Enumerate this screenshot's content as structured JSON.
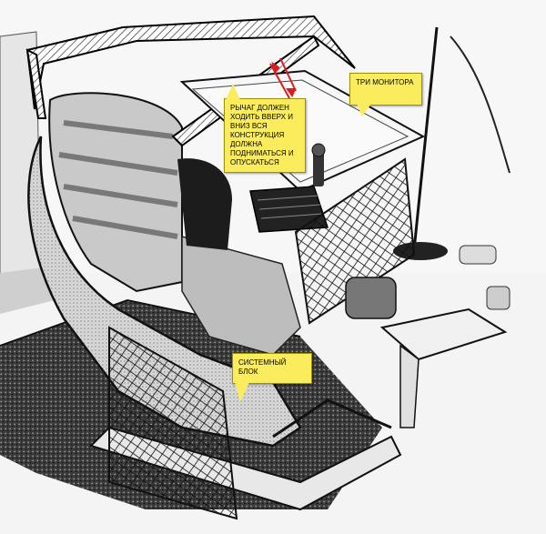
{
  "annotations": {
    "lever": "РЫЧАГ ДОЛЖЕН ХОДИТЬ ВВЕРХ И ВНИЗ ВСЯ КОНСТРУКЦИЯ ДОЛЖНА ПОДНИМАТЬСЯ И ОПУСКАТЬСЯ",
    "monitors": "ТРИ МОНИТОРА",
    "system_unit": "СИСТЕМНЫЙ БЛОК"
  },
  "colors": {
    "callout_fill": "#fbec5d",
    "arrow_red": "#d81e1e",
    "sketch_ink": "#1a1a1a"
  }
}
